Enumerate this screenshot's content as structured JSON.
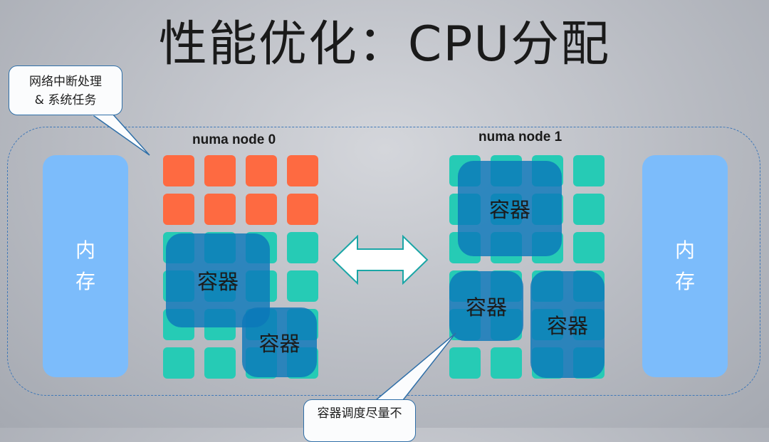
{
  "title": "性能优化：CPU分配",
  "memory_left": {
    "label": "内存"
  },
  "memory_right": {
    "label": "内存"
  },
  "node0": {
    "label": "numa node 0",
    "grid": [
      [
        "os",
        "os",
        "os",
        "os"
      ],
      [
        "os",
        "os",
        "os",
        "os"
      ],
      [
        "free",
        "free",
        "free",
        "free"
      ],
      [
        "free",
        "free",
        "free",
        "free"
      ],
      [
        "free",
        "free",
        "free",
        "free"
      ],
      [
        "free",
        "free",
        "free",
        "free"
      ]
    ],
    "containers": [
      {
        "label": "容器"
      },
      {
        "label": "容器"
      }
    ]
  },
  "node1": {
    "label": "numa node 1",
    "grid": [
      [
        "free",
        "free",
        "free",
        "free"
      ],
      [
        "free",
        "free",
        "free",
        "free"
      ],
      [
        "free",
        "free",
        "free",
        "free"
      ],
      [
        "free",
        "free",
        "free",
        "free"
      ],
      [
        "free",
        "free",
        "free",
        "free"
      ],
      [
        "free",
        "free",
        "free",
        "free"
      ]
    ],
    "containers": [
      {
        "label": "容器"
      },
      {
        "label": "容器"
      },
      {
        "label": "容器"
      }
    ]
  },
  "callout_top": {
    "line1": "网络中断处理",
    "line2": "& 系统任务"
  },
  "callout_bottom": {
    "line1": "容器调度尽量不"
  },
  "colors": {
    "os_core": "#fe6a41",
    "free_core": "#26cbb5",
    "container": "#0c78b9",
    "memory": "#7cbcfb"
  }
}
